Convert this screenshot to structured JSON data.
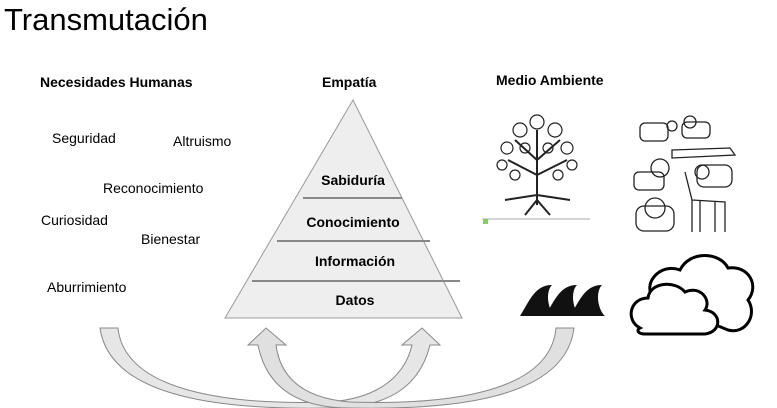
{
  "slide": {
    "title": "Transmutación",
    "headings": {
      "human_needs": "Necesidades Humanas",
      "empathy": "Empatía",
      "environment": "Medio Ambiente"
    },
    "needs": [
      "Seguridad",
      "Altruismo",
      "Reconocimiento",
      "Curiosidad",
      "Bienestar",
      "Aburrimiento"
    ],
    "pyramid_levels": [
      "Sabiduría",
      "Conocimiento",
      "Información",
      "Datos"
    ],
    "environment_icons": [
      "tree-icon",
      "animals-icon",
      "waves-icon",
      "clouds-icon"
    ],
    "colors": {
      "pyramid_fill": "#eeeeee",
      "pyramid_stroke": "#999999",
      "arrow_fill": "#e6e6e6"
    }
  }
}
